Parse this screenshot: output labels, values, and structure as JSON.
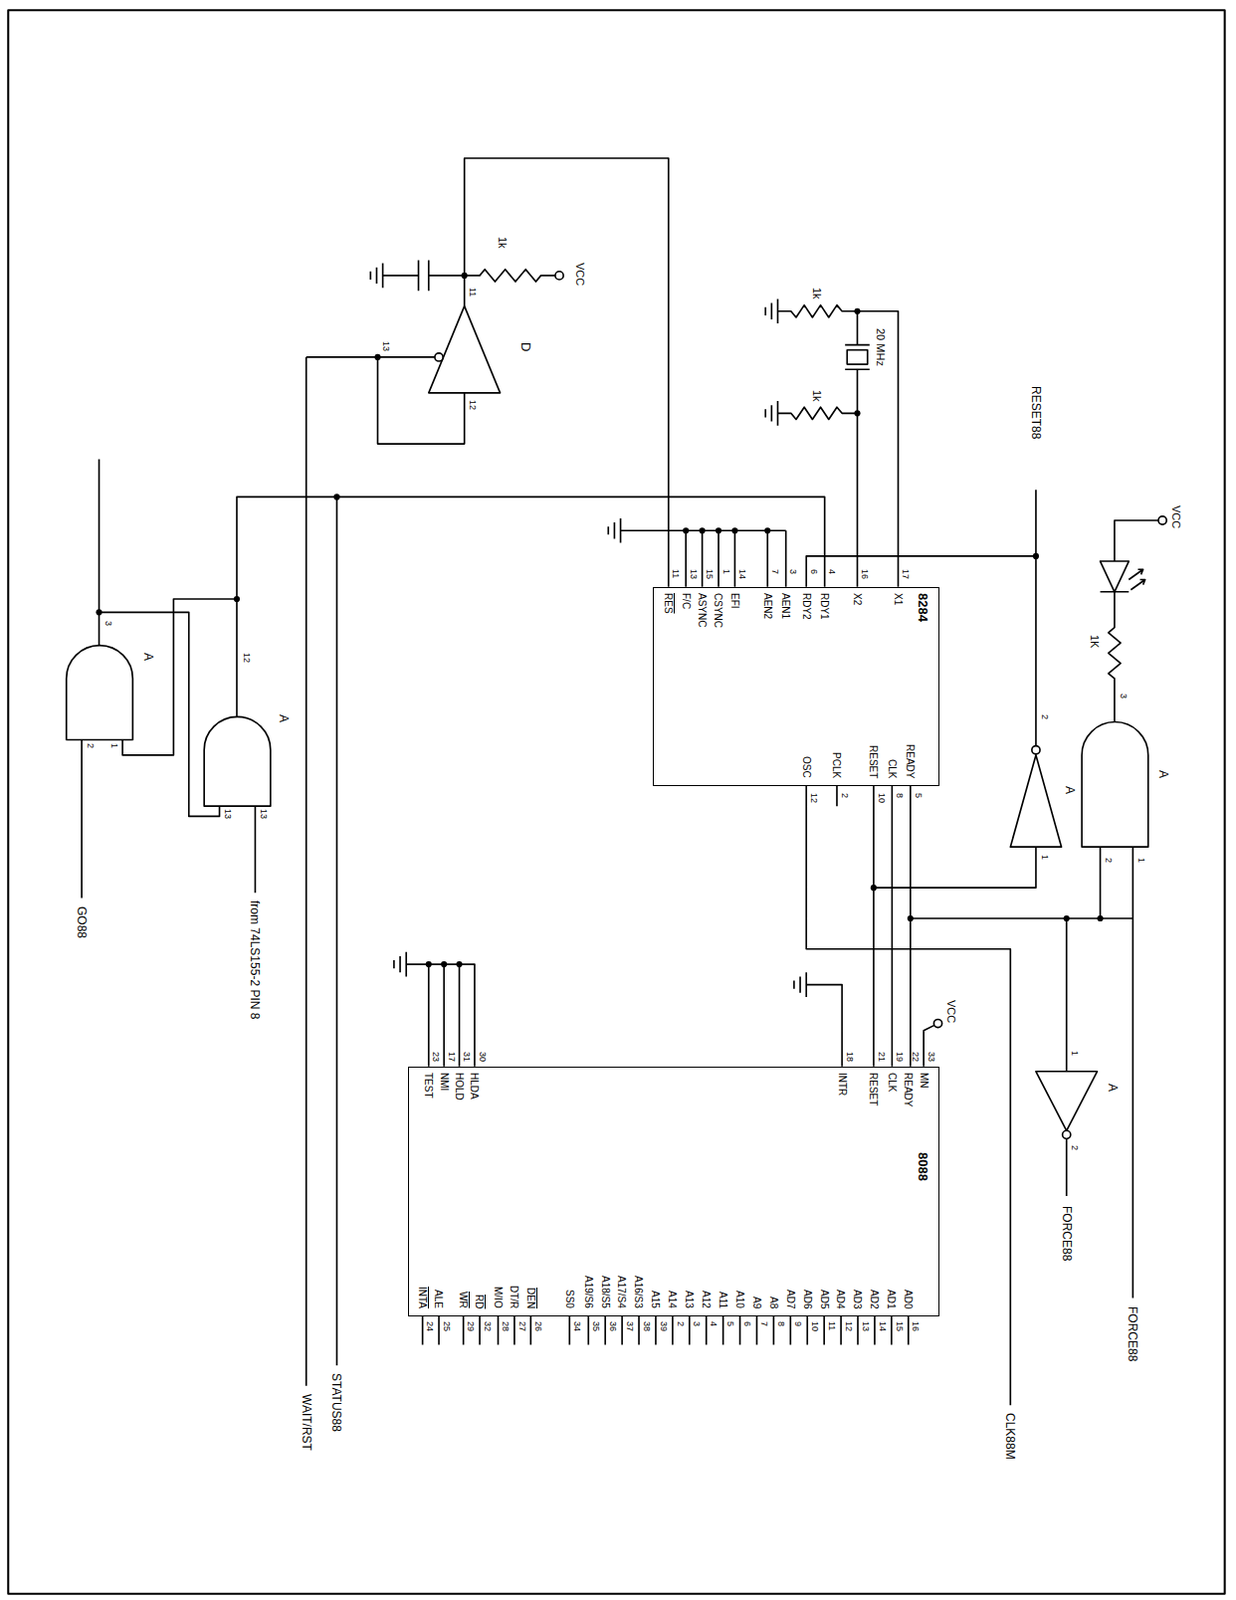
{
  "diagram": {
    "nodes": [
      {
        "text": [
          "8284",
          "RES",
          "F/C",
          "ASYNC",
          "CSYNC",
          "EFI",
          "AEN2",
          "AEN1",
          "RDY2",
          "RDY1",
          "X2",
          "X1",
          "OSC",
          "PCLK",
          "RESET",
          "CLK",
          "READY"
        ]
      },
      {
        "text": [
          "8088",
          "MN",
          "READY",
          "CLK",
          "RESET",
          "INTR",
          "HLDA",
          "HOLD",
          "NMI",
          "TEST",
          "AD0",
          "AD1",
          "AD2",
          "AD3",
          "AD4",
          "AD5",
          "AD6",
          "AD7",
          "A8",
          "A9",
          "A10",
          "A11",
          "A12",
          "A13",
          "A14",
          "A15",
          "A16/S3",
          "A17/S4",
          "A18/S5",
          "A19/S6",
          "SS0",
          "DEN",
          "DT/R",
          "M/IO",
          "RD",
          "WR",
          "ALE",
          "INTA"
        ]
      }
    ],
    "edges": [
      {
        "from": 0,
        "to": 1,
        "arrow": "none"
      },
      {
        "from": 0,
        "to": 1,
        "arrow": "none"
      },
      {
        "from": 0,
        "to": 1,
        "arrow": "none"
      }
    ],
    "labels": [
      "11",
      "13",
      "15",
      "1",
      "14",
      "7",
      "3",
      "6",
      "4",
      "16",
      "17",
      "12",
      "2",
      "10",
      "8",
      "5",
      "33",
      "22",
      "19",
      "21",
      "18",
      "30",
      "31",
      "17",
      "23",
      "16",
      "15",
      "14",
      "13",
      "12",
      "11",
      "10",
      "9",
      "8",
      "7",
      "6",
      "5",
      "4",
      "3",
      "2",
      "39",
      "38",
      "37",
      "36",
      "35",
      "34",
      "26",
      "27",
      "28",
      "32",
      "29",
      "25",
      "24",
      "VCC",
      "1k",
      "D",
      "11",
      "12",
      "13",
      "1k",
      "1k",
      "20 MHz",
      "RESET88",
      "VCC",
      "1K",
      "A",
      "3",
      "1",
      "2",
      "A",
      "2",
      "1",
      "VCC",
      "A",
      "1",
      "2",
      "CLK88M",
      "FORCE88",
      "FORCE88",
      "A",
      "3",
      "1",
      "2",
      "A",
      "12",
      "13",
      "13",
      "from 74LS155-2 PIN 8",
      "GO88",
      "STATUS88",
      "WAIT/RST"
    ]
  }
}
